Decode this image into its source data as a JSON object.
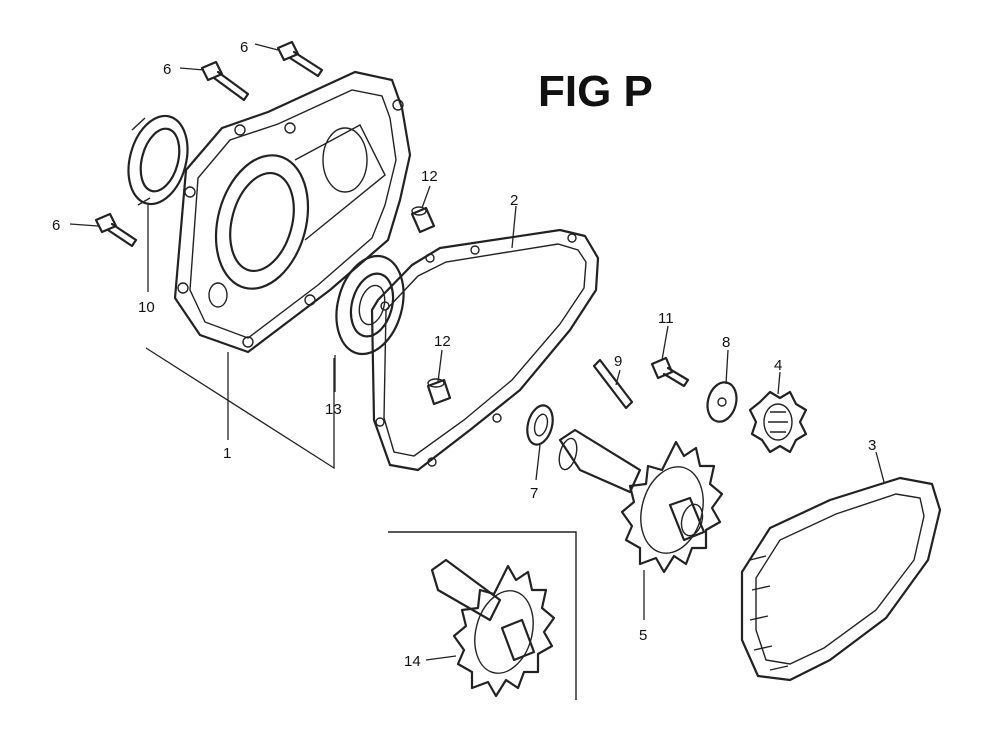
{
  "figure_title": "FIG P",
  "callouts": [
    {
      "id": "c1",
      "label": "1"
    },
    {
      "id": "c2",
      "label": "2"
    },
    {
      "id": "c3",
      "label": "3"
    },
    {
      "id": "c4",
      "label": "4"
    },
    {
      "id": "c5",
      "label": "5"
    },
    {
      "id": "c6a",
      "label": "6"
    },
    {
      "id": "c6b",
      "label": "6"
    },
    {
      "id": "c6c",
      "label": "6"
    },
    {
      "id": "c7",
      "label": "7"
    },
    {
      "id": "c8",
      "label": "8"
    },
    {
      "id": "c9",
      "label": "9"
    },
    {
      "id": "c10",
      "label": "10"
    },
    {
      "id": "c11",
      "label": "11"
    },
    {
      "id": "c12a",
      "label": "12"
    },
    {
      "id": "c12b",
      "label": "12"
    },
    {
      "id": "c13",
      "label": "13"
    },
    {
      "id": "c14",
      "label": "14"
    }
  ]
}
